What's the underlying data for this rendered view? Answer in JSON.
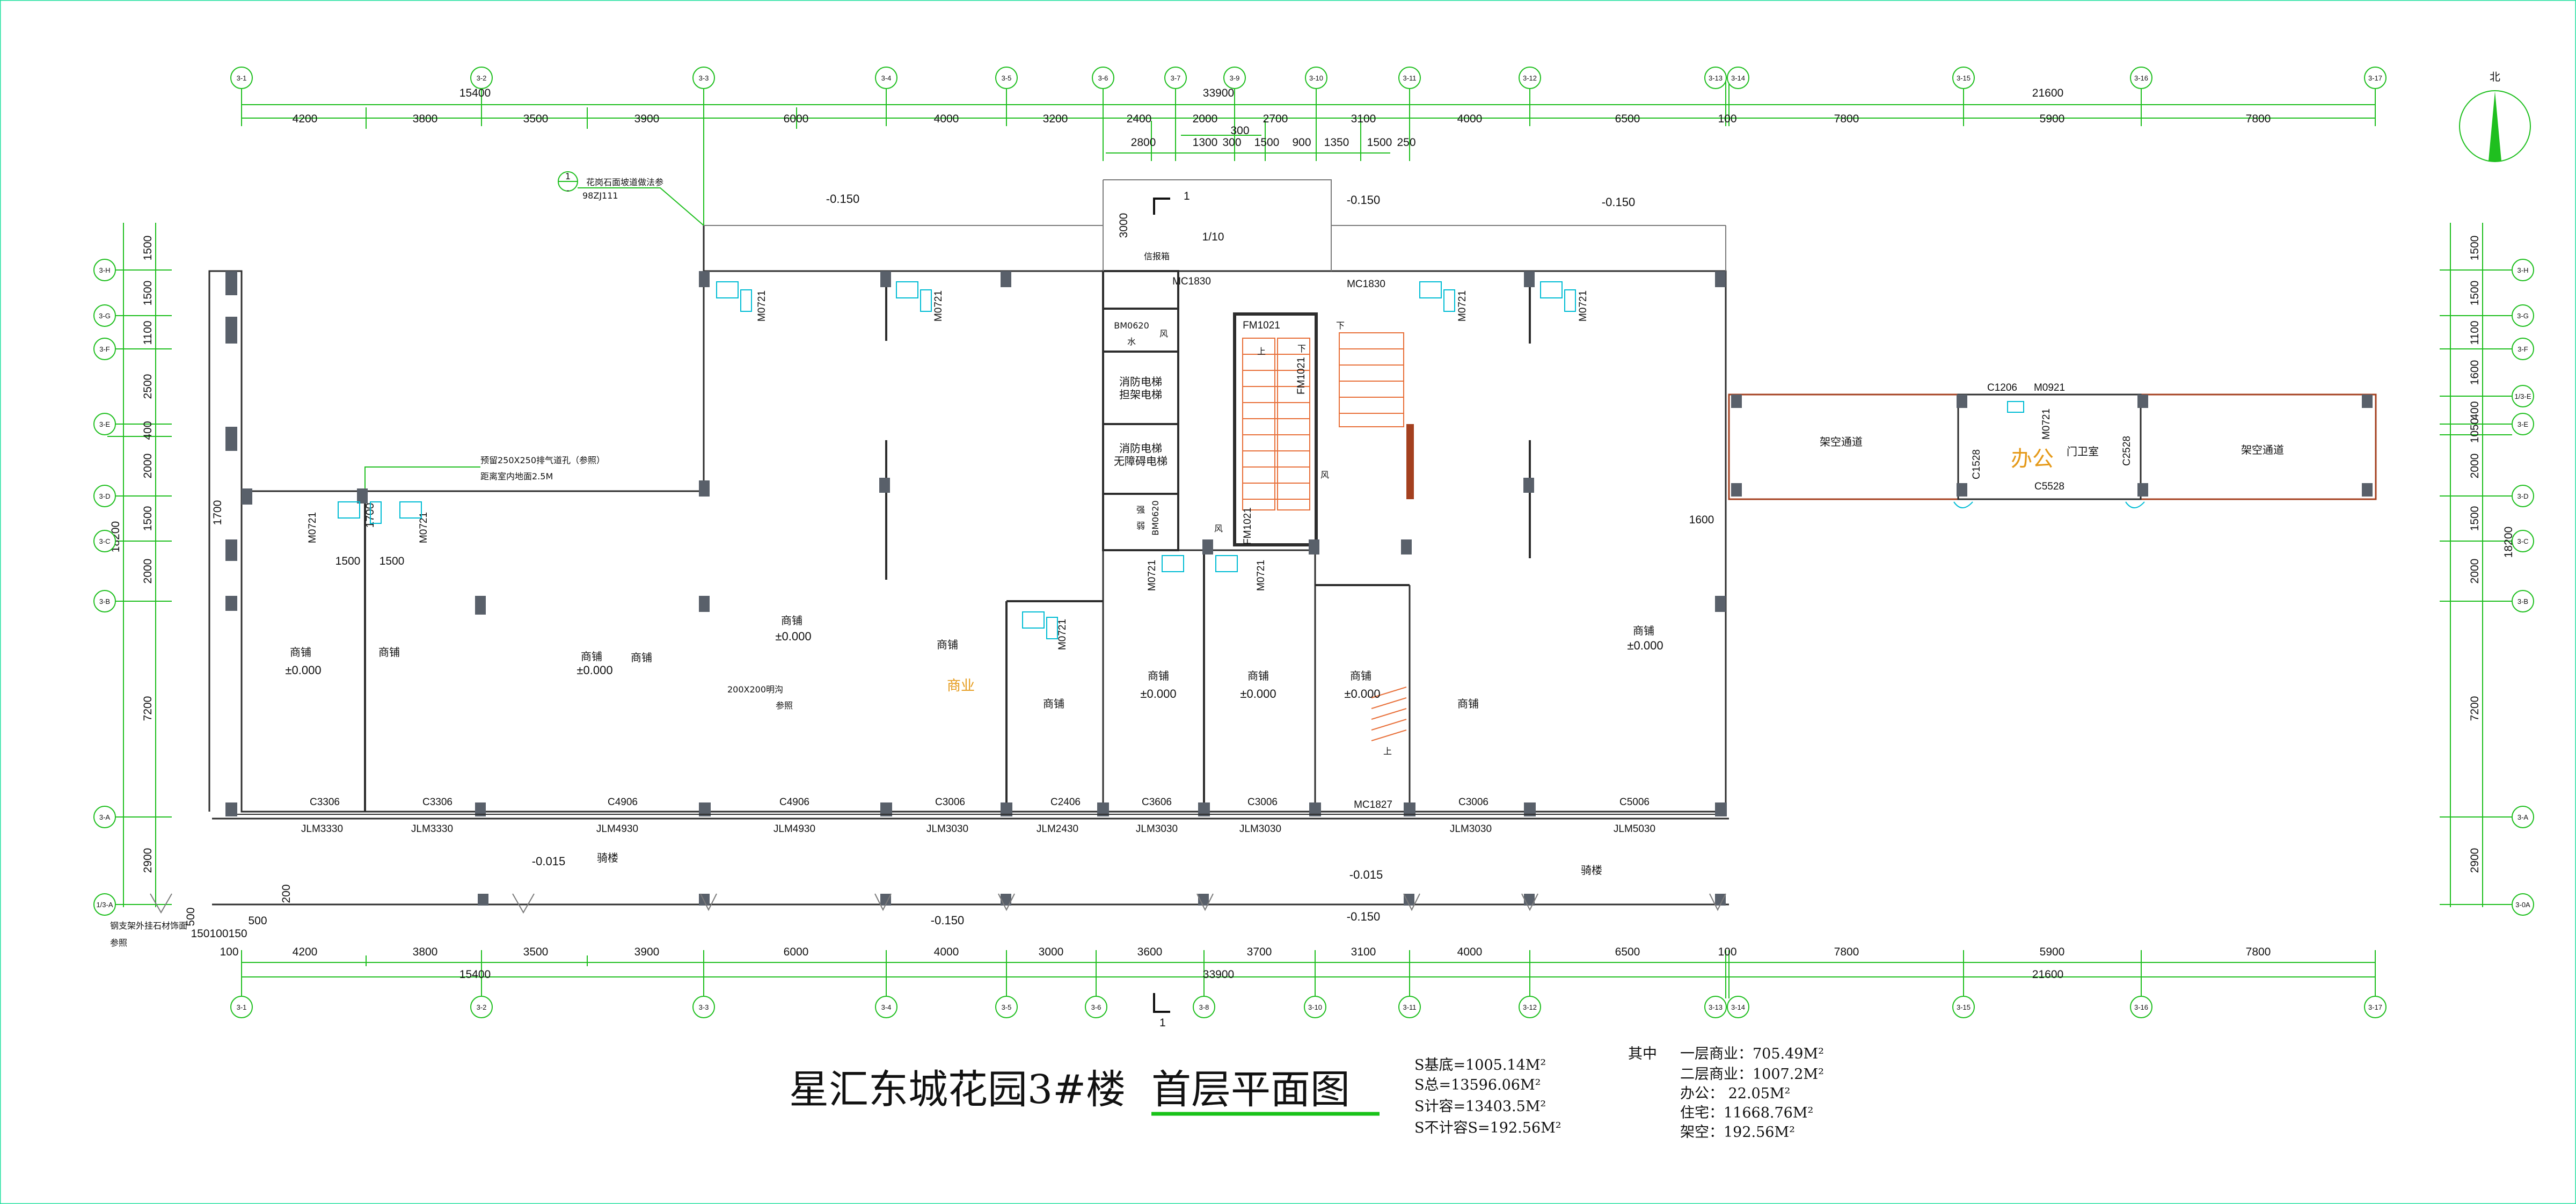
{
  "title": "星汇东城花园3#楼",
  "title_suffix": "首层平面图",
  "top_dims": [
    "4200",
    "3800",
    "3500",
    "3900",
    "6000",
    "4000",
    "3200",
    "2400",
    "2000",
    "2700",
    "3100",
    "4000",
    "6500",
    "100",
    "7800",
    "5900",
    "7800"
  ],
  "top_subdims": [
    "2800",
    "1300",
    "300",
    "1500",
    "900",
    "1350",
    "1500",
    "250"
  ],
  "top_extra": "300",
  "bottom_dims": [
    "4200",
    "3800",
    "3500",
    "3900",
    "6000",
    "4000",
    "3000",
    "3600",
    "3700",
    "3100",
    "4000",
    "6500",
    "100",
    "7800",
    "5900",
    "7800"
  ],
  "overall_dims": {
    "left": "15400",
    "middle": "33900",
    "right": "21600"
  },
  "column_axes_top": [
    "3-1",
    "3-2",
    "3-3",
    "3-4",
    "3-5",
    "3-6",
    "3-7",
    "3-9",
    "3-10",
    "3-11",
    "3-12",
    "3-13",
    "3-14",
    "3-15",
    "3-16",
    "3-17"
  ],
  "column_axes_bottom": [
    "3-1",
    "3-2",
    "3-3",
    "3-4",
    "3-5",
    "3-6",
    "3-8",
    "3-10",
    "3-11",
    "3-12",
    "3-13",
    "3-14",
    "3-15",
    "3-16",
    "3-17"
  ],
  "row_axes_left": [
    "3-H",
    "3-G",
    "3-F",
    "3-E",
    "3-D",
    "3-C",
    "3-B",
    "3-A",
    "1/3-A"
  ],
  "row_axes_right": [
    "3-H",
    "3-G",
    "3-F",
    "1/3-E",
    "3-E",
    "3-D",
    "3-C",
    "3-B",
    "3-A",
    "3-0A"
  ],
  "left_dims": [
    "1500",
    "1500",
    "1100",
    "2500",
    "400",
    "2000",
    "1500",
    "2000",
    "7200",
    "2900",
    "18200",
    "1700",
    "200",
    "500",
    "100"
  ],
  "right_dims": [
    "1500",
    "1500",
    "1100",
    "1600",
    "400",
    "1050",
    "2000",
    "1500",
    "2000",
    "7200",
    "2900",
    "18200"
  ],
  "rooms": {
    "shop": "商铺",
    "commerce": "商业",
    "arcade": "骑楼",
    "overhead_passage": "架空通道",
    "office": "办公",
    "guard_room": "门卫室",
    "fire_elevator": "消防电梯",
    "stretcher_elevator": "担架电梯",
    "accessible_elevator": "无障碍电梯",
    "water": "水",
    "wind": "风",
    "strong_current": "强",
    "weak_current": "弱",
    "mailbox": "信报箱",
    "up": "上",
    "down": "下"
  },
  "elevations": {
    "zero": "±0.000",
    "minus015": "-0.015",
    "minus150": "-0.150"
  },
  "windows": [
    "C3306",
    "C3306",
    "C4906",
    "C4906",
    "C3006",
    "C2406",
    "C3606",
    "C3006",
    "C3006",
    "C5006",
    "C1206",
    "C1528",
    "C2528",
    "C5528"
  ],
  "rolling_doors": [
    "JLM3330",
    "JLM3330",
    "JLM4930",
    "JLM4930",
    "JLM3030",
    "JLM2430",
    "JLM3030",
    "JLM3030",
    "JLM3030",
    "JLM5030"
  ],
  "doors": {
    "mc1830": "MC1830",
    "mc1827": "MC1827",
    "m0721": "M0721",
    "m0921": "M0921",
    "fm1021": "FM1021",
    "bm0620": "BM0620"
  },
  "notes": {
    "ref_no": "1",
    "ref_detail": "98ZJ111",
    "ref_text": "花岗石面坡道做法参",
    "slope": "1/10",
    "vent": "预留250X250排气道孔（参照）",
    "vent2": "距离室内地面2.5M",
    "drain": "200X200明沟",
    "drain2": "参照",
    "railing": "钢支架外挂石材饰面",
    "railing2": "参照",
    "section": "1",
    "dim_1600": "1600",
    "dim_3000": "3000",
    "dim_1500a": "1500",
    "dim_1500b": "1500",
    "dim_1700": "1700",
    "dim_150": "150100150",
    "dim_500": "500"
  },
  "north_label": "北",
  "stats_left": [
    "S基底=1005.14M²",
    "S总=13596.06M²",
    "S计容=13403.5M²",
    "S不计容S=192.56M²"
  ],
  "stats_right_head": "其中",
  "stats_right": [
    "一层商业：705.49M²",
    "二层商业：1007.2M²",
    "办公： 22.05M²",
    "住宅：11668.76M²",
    "架空：192.56M²"
  ],
  "colors": {
    "wall": "#2d2d2d",
    "column": "#59606a",
    "axis": "#1fbf1f",
    "stair": "#e8703a",
    "passage": "#a4401f",
    "accent_red": "#c23a3a",
    "text": "#111111",
    "title_underline": "#18c218"
  }
}
